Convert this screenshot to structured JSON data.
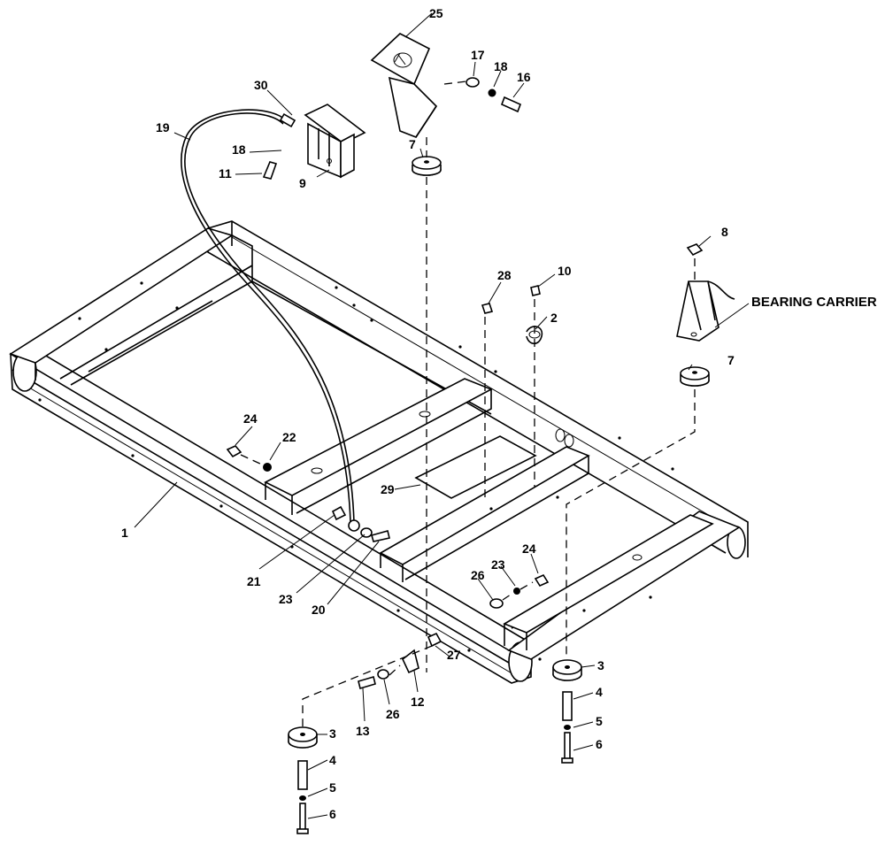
{
  "labels": {
    "p1": "1",
    "p2": "2",
    "p3a": "3",
    "p3b": "3",
    "p4a": "4",
    "p4b": "4",
    "p5a": "5",
    "p5b": "5",
    "p6a": "6",
    "p6b": "6",
    "p7a": "7",
    "p7b": "7",
    "p8": "8",
    "p9": "9",
    "p10": "10",
    "p11": "11",
    "p12": "12",
    "p13": "13",
    "p16": "16",
    "p17": "17",
    "p18a": "18",
    "p18b": "18",
    "p19": "19",
    "p20": "20",
    "p21": "21",
    "p22": "22",
    "p23a": "23",
    "p23b": "23",
    "p24a": "24",
    "p24b": "24",
    "p25": "25",
    "p26a": "26",
    "p26b": "26",
    "p27": "27",
    "p28": "28",
    "p29": "29",
    "p30": "30",
    "bearing_carrier": "BEARING CARRIER"
  }
}
